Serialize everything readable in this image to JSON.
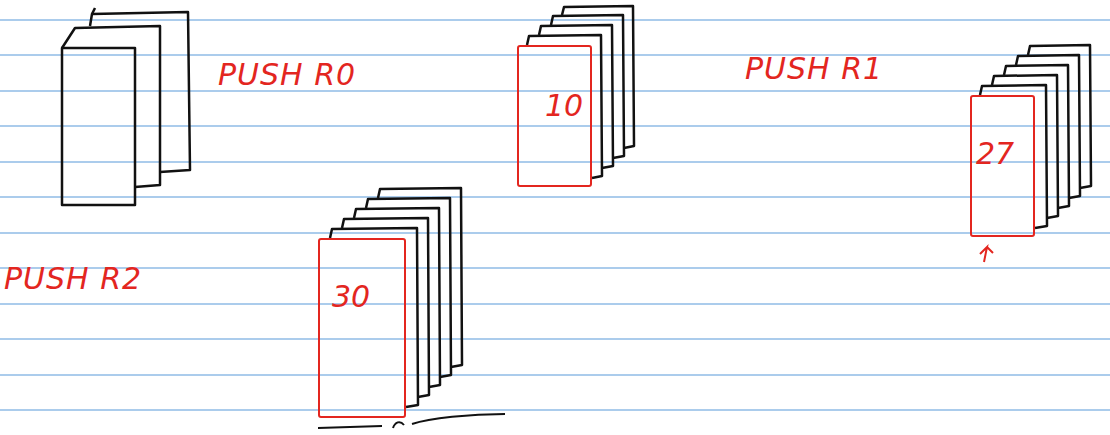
{
  "diagram": {
    "nodes": [
      {
        "text": [
          "10"
        ]
      },
      {
        "text": [
          "27"
        ]
      },
      {
        "text": [
          "30"
        ]
      }
    ],
    "labels": [
      "PUSH R0",
      "PUSH R1",
      "PUSH R2"
    ]
  }
}
